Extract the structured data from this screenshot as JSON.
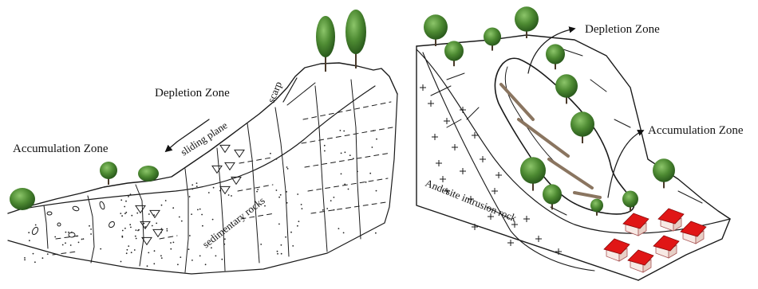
{
  "left_diagram": {
    "labels": {
      "accumulation_zone": "Accumulation Zone",
      "depletion_zone": "Depletion Zone",
      "sliding_plane": "sliding plane",
      "scarp": "scarp",
      "sedimentary_rocks": "sedimentary rocks"
    }
  },
  "right_diagram": {
    "labels": {
      "depletion_zone": "Depletion Zone",
      "accumulation_zone": "Accumulation Zone",
      "andesite_intrusion_rock": "Andesite intrusion rock"
    },
    "colors": {
      "house_roof": "#e01616",
      "house_wall": "#f7e9e4",
      "tree_foliage": "#3f7a2a"
    }
  }
}
